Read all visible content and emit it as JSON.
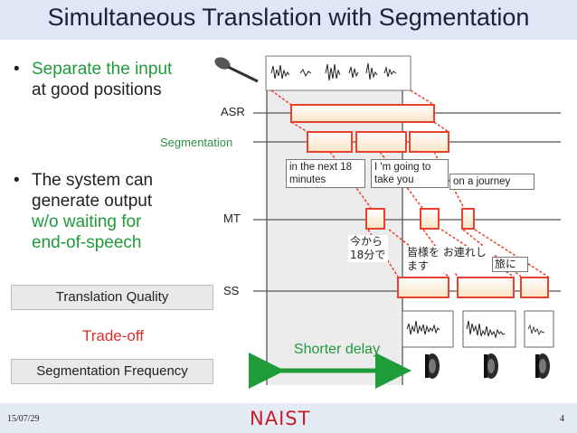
{
  "slide": {
    "title": "Simultaneous Translation with Segmentation",
    "bullet1": {
      "line1": "Separate the input",
      "line2": "at good positions"
    },
    "bullet2": {
      "line1": "The system can",
      "line2": "generate output",
      "line3": "w/o waiting for",
      "line4": "end-of-speech"
    },
    "bullet_glyph": "•"
  },
  "diagram": {
    "row_labels": {
      "asr": "ASR",
      "segmentation": "Segmentation",
      "mt": "MT",
      "ss": "SS"
    },
    "english_segments": [
      "in the next 18 minutes",
      "I 'm going to take you",
      "on a journey"
    ],
    "japanese_segments": [
      "今から 18分で",
      "皆様を お連れします",
      "旅に"
    ],
    "delay_label": "Shorter delay"
  },
  "tradeoff": {
    "top": "Translation Quality",
    "middle": "Trade-off",
    "bottom": "Segmentation Frequency"
  },
  "footer": {
    "date": "15/07/29",
    "logo": "NAIST",
    "page": "4"
  },
  "colors": {
    "accent_green": "#1f9b3a",
    "box_red": "#e8412e",
    "box_fill": "#fdf1dc",
    "shaded_region": "#ededed"
  },
  "icons": [
    "microphone-icon",
    "waveform-icon",
    "speaker-icon"
  ]
}
